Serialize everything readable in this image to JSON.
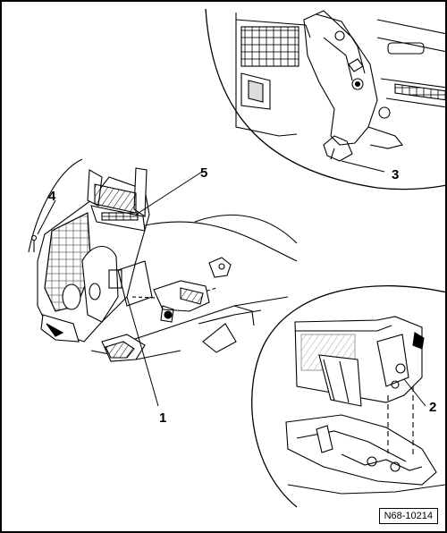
{
  "callouts": {
    "c1": "1",
    "c2": "2",
    "c3": "3",
    "c4": "4",
    "c5": "5"
  },
  "figure_ref": "N68-10214",
  "colors": {
    "ink": "#000000",
    "paper": "#ffffff",
    "shade": "#d9d9d9"
  }
}
